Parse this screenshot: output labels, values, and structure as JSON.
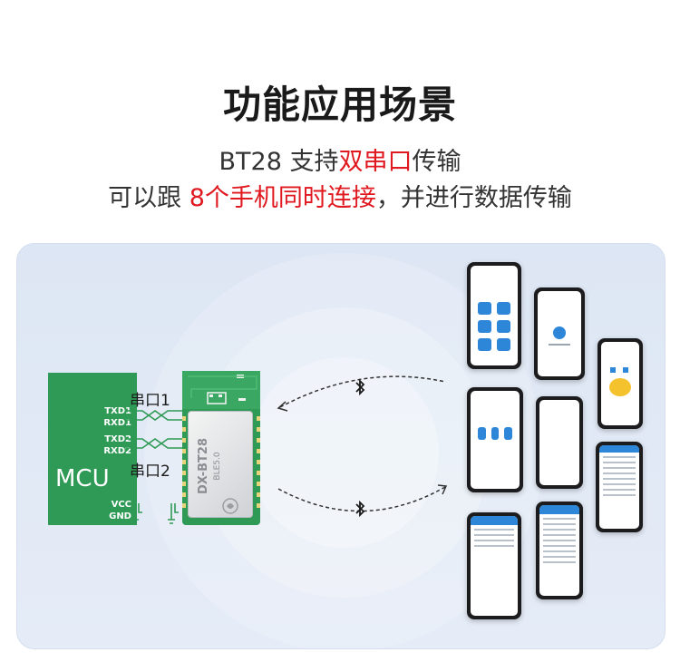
{
  "header": {
    "title": "功能应用场景",
    "line1": {
      "prefix": "BT28 支持",
      "highlight": "双串口",
      "suffix": "传输"
    },
    "line2": {
      "prefix": "可以跟 ",
      "highlight": "8个手机同时连接",
      "suffix": "，并进行数据传输"
    }
  },
  "diagram": {
    "mcu_label": "MCU",
    "pins": [
      "TXD1",
      "RXD1",
      "TXD2",
      "RXD2",
      "VCC",
      "GND"
    ],
    "port1_label": "串口1",
    "port2_label": "串口2",
    "module_name": "DX-BT28",
    "module_sub": "BLE5.0",
    "phone_count": 8,
    "colors": {
      "pcb": "#2f9a55",
      "highlight": "#e0181f",
      "arrow": "#333333"
    },
    "icons": [
      "bluetooth-icon",
      "bluetooth-icon"
    ]
  }
}
